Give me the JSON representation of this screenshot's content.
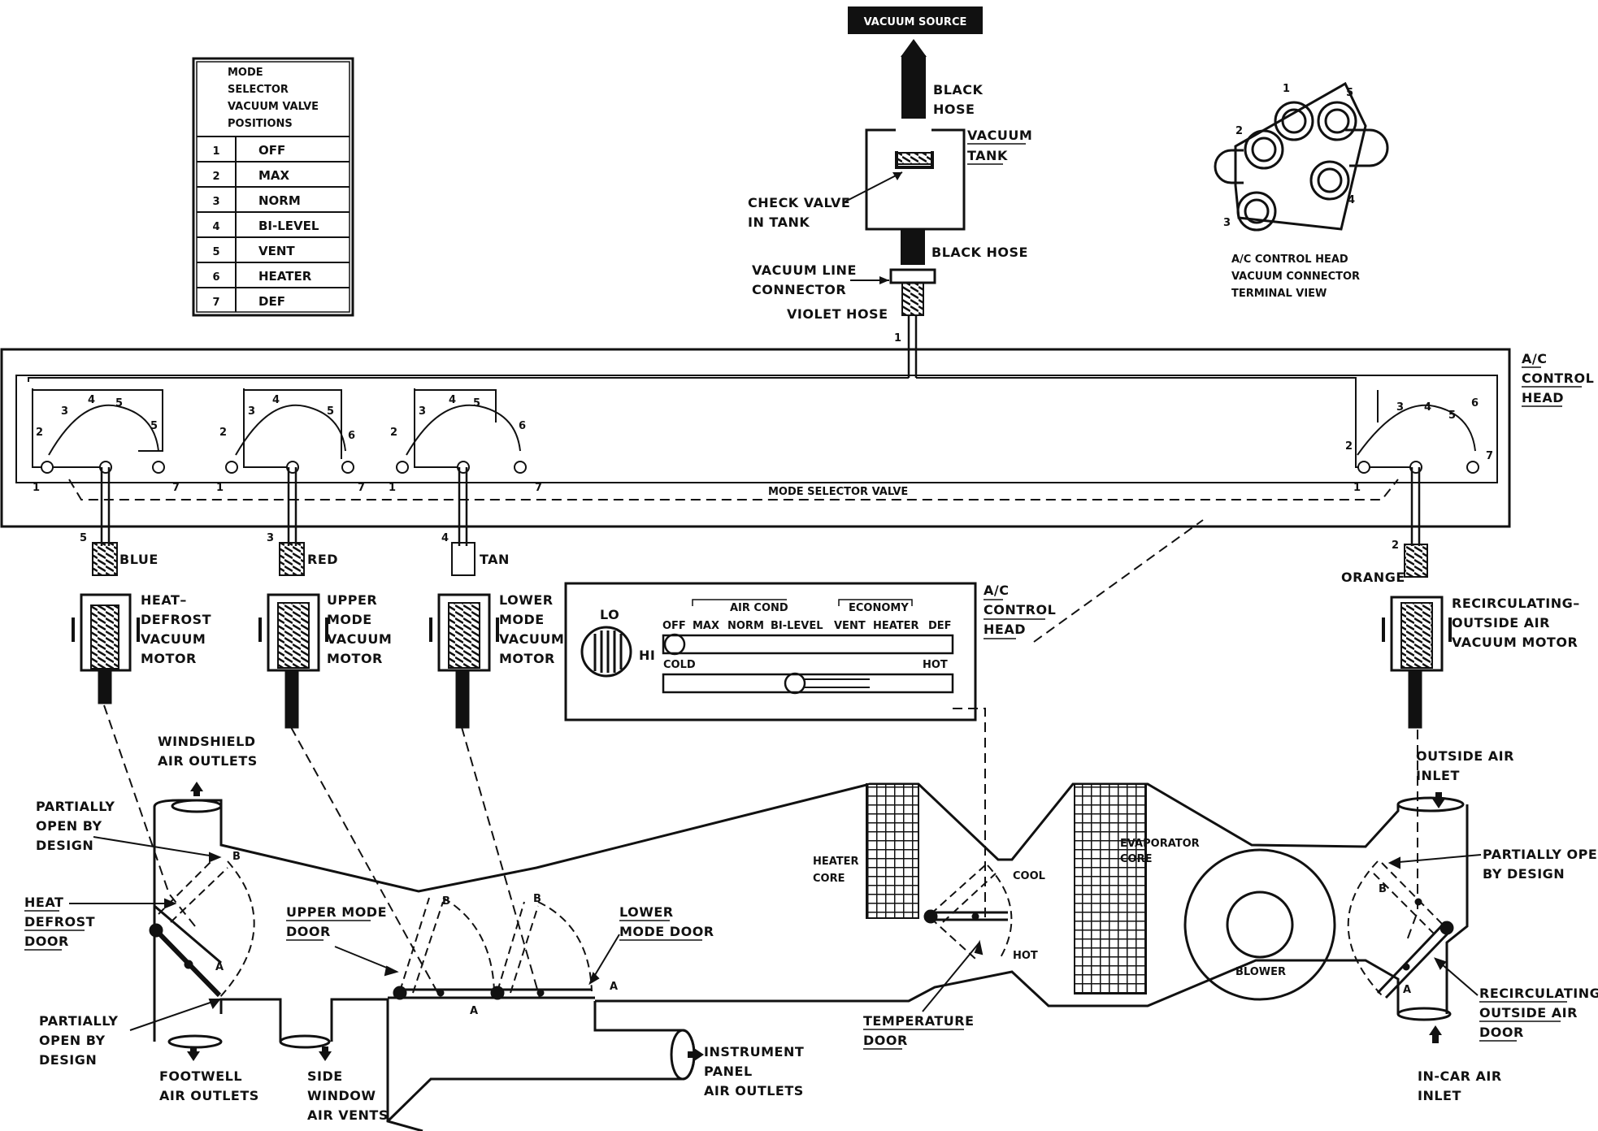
{
  "vacuum_source": "VACUUM SOURCE",
  "hose_black_top": [
    "BLACK",
    "HOSE"
  ],
  "vacuum_tank": [
    "VACUUM",
    "TANK"
  ],
  "check_valve": [
    "CHECK VALVE",
    "IN TANK"
  ],
  "hose_black_bottom": "BLACK HOSE",
  "vacuum_line_connector": [
    "VACUUM LINE",
    "CONNECTOR"
  ],
  "violet_hose": "VIOLET HOSE",
  "mode_table": {
    "header": [
      "MODE",
      "SELECTOR",
      "VACUUM VALVE",
      "POSITIONS"
    ],
    "rows": [
      {
        "n": "1",
        "mode": "OFF"
      },
      {
        "n": "2",
        "mode": "MAX"
      },
      {
        "n": "3",
        "mode": "NORM"
      },
      {
        "n": "4",
        "mode": "BI-LEVEL"
      },
      {
        "n": "5",
        "mode": "VENT"
      },
      {
        "n": "6",
        "mode": "HEATER"
      },
      {
        "n": "7",
        "mode": "DEF"
      }
    ]
  },
  "connector_view": {
    "pins": [
      "1",
      "2",
      "3",
      "4",
      "5"
    ],
    "caption": [
      "A/C CONTROL HEAD",
      "VACUUM CONNECTOR",
      "TERMINAL VIEW"
    ]
  },
  "control_head_box_label": [
    "A/C",
    "CONTROL",
    "HEAD"
  ],
  "mode_selector_valve": "MODE SELECTOR VALVE",
  "valve_numbers": [
    "1",
    "2",
    "3",
    "4",
    "5",
    "6",
    "7"
  ],
  "hoses": [
    {
      "port": "5",
      "color": "BLUE"
    },
    {
      "port": "3",
      "color": "RED"
    },
    {
      "port": "4",
      "color": "TAN"
    },
    {
      "port": "2",
      "color": "ORANGE"
    }
  ],
  "motors": {
    "heat_defrost": [
      "HEAT–",
      "DEFROST",
      "VACUUM",
      "MOTOR"
    ],
    "upper_mode": [
      "UPPER",
      "MODE",
      "VACUUM",
      "MOTOR"
    ],
    "lower_mode": [
      "LOWER",
      "MODE",
      "VACUUM",
      "MOTOR"
    ],
    "recirc": [
      "RECIRCULATING–",
      "OUTSIDE AIR",
      "VACUUM MOTOR"
    ]
  },
  "panel": {
    "lo": "LO",
    "hi": "HI",
    "air_cond": "AIR COND",
    "economy": "ECONOMY",
    "positions": [
      "OFF",
      "MAX",
      "NORM",
      "BI-LEVEL",
      "VENT",
      "HEATER",
      "DEF"
    ],
    "cold": "COLD",
    "hot": "HOT",
    "label": [
      "A/C",
      "CONTROL",
      "HEAD"
    ]
  },
  "duct": {
    "windshield": [
      "WINDSHIELD",
      "AIR OUTLETS"
    ],
    "partially_open_top": [
      "PARTIALLY",
      "OPEN BY",
      "DESIGN"
    ],
    "heat_defrost_door": [
      "HEAT",
      "DEFROST",
      "DOOR"
    ],
    "partially_open_bottom": [
      "PARTIALLY",
      "OPEN BY",
      "DESIGN"
    ],
    "footwell": [
      "FOOTWELL",
      "AIR OUTLETS"
    ],
    "side_window": [
      "SIDE",
      "WINDOW",
      "AIR VENTS"
    ],
    "upper_mode_door": [
      "UPPER MODE",
      "DOOR"
    ],
    "lower_mode_door": [
      "LOWER",
      "MODE DOOR"
    ],
    "instrument_panel": [
      "INSTRUMENT",
      "PANEL",
      "AIR OUTLETS"
    ],
    "heater_core": [
      "HEATER",
      "CORE"
    ],
    "cool": "COOL",
    "hot": "HOT",
    "temperature_door": [
      "TEMPERATURE",
      "DOOR"
    ],
    "evaporator_core": [
      "EVAPORATOR",
      "CORE"
    ],
    "blower": "BLOWER",
    "outside_air_inlet": [
      "OUTSIDE AIR",
      "INLET"
    ],
    "partially_open_right": [
      "PARTIALLY OPEN",
      "BY DESIGN"
    ],
    "recirc_door": [
      "RECIRCULATING/",
      "OUTSIDE AIR",
      "DOOR"
    ],
    "in_car_inlet": [
      "IN-CAR AIR",
      "INLET"
    ],
    "door_a": "A",
    "door_b": "B"
  }
}
